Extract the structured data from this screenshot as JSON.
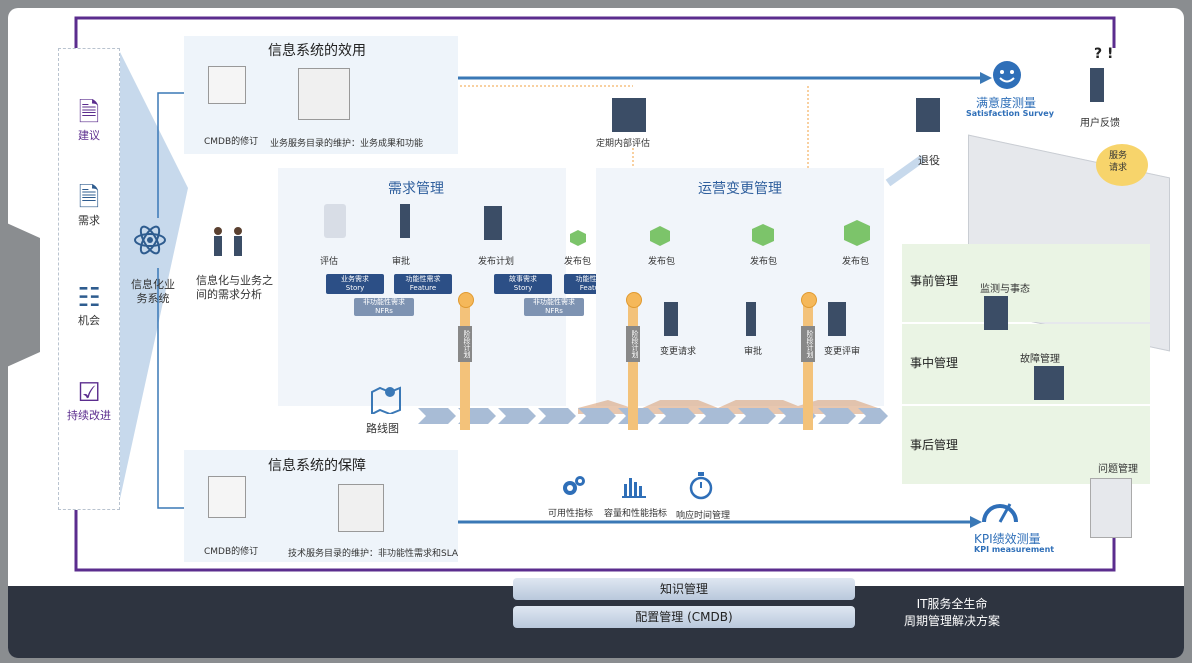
{
  "sidebar": {
    "items": [
      {
        "label": "建议",
        "icon": "document-icon"
      },
      {
        "label": "需求",
        "icon": "document-icon"
      },
      {
        "label": "机会",
        "icon": "list-icon"
      },
      {
        "label": "持续改进",
        "icon": "checklist-icon"
      }
    ]
  },
  "center": {
    "system_label": "信息化业\n务系统",
    "analysis_label": "信息化与业务之\n间的需求分析"
  },
  "utility": {
    "title": "信息系统的效用",
    "cmdb": "CMDB的修订",
    "catalog": "业务服务目录的维护：业务成果和功能"
  },
  "assurance": {
    "title": "信息系统的保障",
    "cmdb": "CMDB的修订",
    "catalog": "技术服务目录的维护：非功能性需求和SLA"
  },
  "requirements": {
    "title": "需求管理",
    "steps": [
      "评估",
      "审批",
      "发布计划",
      "发布包"
    ],
    "business_story": "业务需求\nStory",
    "feature": "功能性需求\nFeature",
    "nfr": "非功能性需求\nNFRs",
    "business_story2": "故事需求\nStory",
    "feature2": "功能性需求\nFeature",
    "nfr2": "非功能性需求\nNFRs"
  },
  "ops_change": {
    "title": "运营变更管理",
    "packages": [
      "发布包",
      "发布包",
      "发布包"
    ],
    "steps": [
      "变更请求",
      "审批",
      "变更评审"
    ]
  },
  "internal_eval": "定期内部评估",
  "stage_plan": "阶段计划",
  "roadmap": "路线图",
  "satisfaction": {
    "cn": "满意度测量",
    "en": "Satisfaction Survey"
  },
  "feedback": "用户反馈",
  "retire": "退役",
  "service_request": "服务\n请求",
  "events": {
    "pre": "事前管理",
    "monitor": "监测与事态",
    "mid": "事中管理",
    "fault": "故障管理",
    "post": "事后管理",
    "problem": "问题管理"
  },
  "metrics": [
    "可用性指标",
    "容量和性能指标",
    "响应时间管理"
  ],
  "kpi": {
    "cn": "KPI绩效测量",
    "en": "KPI measurement"
  },
  "knowledge": "知识管理",
  "config": "配置管理 (CMDB)",
  "lifecycle": "IT服务全生命\n周期管理解决方案",
  "colors": {
    "purple": "#5b2d8e",
    "blue": "#3a78b6",
    "dark": "#2e3440"
  }
}
